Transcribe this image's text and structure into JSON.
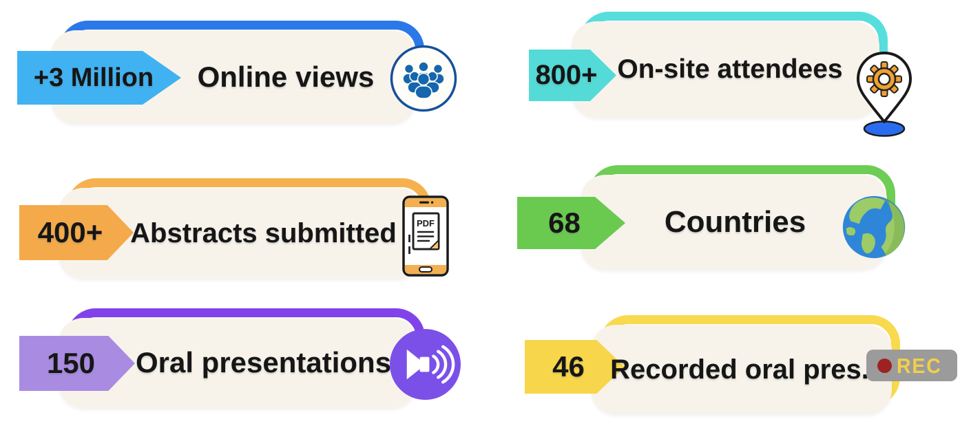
{
  "page": {
    "background": "#ffffff",
    "card_background": "#f7f3eb",
    "text_color": "#161616"
  },
  "cards": [
    {
      "value": "+3 Million",
      "label": "Online views",
      "accent": "#2b78e9",
      "arrow_color": "#40b2f1",
      "icon": "people-group-icon"
    },
    {
      "value": "800+",
      "label": "On-site attendees",
      "accent": "#56dedc",
      "arrow_color": "#54dad7",
      "icon": "location-pin-gear-icon"
    },
    {
      "value": "400+",
      "label": "Abstracts submitted",
      "accent": "#f6b14e",
      "arrow_color": "#f4aa4b",
      "icon": "phone-pdf-icon"
    },
    {
      "value": "68",
      "label": "Countries",
      "accent": "#6ecd54",
      "arrow_color": "#6aca50",
      "icon": "globe-icon"
    },
    {
      "value": "150",
      "label": "Oral presentations",
      "accent": "#8143e9",
      "arrow_color": "#a98ce2",
      "icon": "speaker-icon"
    },
    {
      "value": "46",
      "label": "Recorded oral pres.",
      "accent": "#f9d94e",
      "arrow_color": "#f8d64b",
      "icon": "rec-icon"
    }
  ],
  "rec_badge": {
    "label": "REC",
    "background": "#9b9b9b",
    "dot_color": "#9e2222",
    "text_color": "#f2cf4a"
  },
  "phone_icon": {
    "pdf_label": "PDF"
  },
  "icon_colors": {
    "people_blue": "#1566ad",
    "people_ring": "#17509c",
    "gear_orange": "#f0a132",
    "pin_base_blue": "#2a6cf0",
    "phone_bar_orange": "#f2b052",
    "globe_ocean_blue": "#2f86d8",
    "globe_land_green": "#9ccb67",
    "speaker_purple": "#7b50e8"
  }
}
